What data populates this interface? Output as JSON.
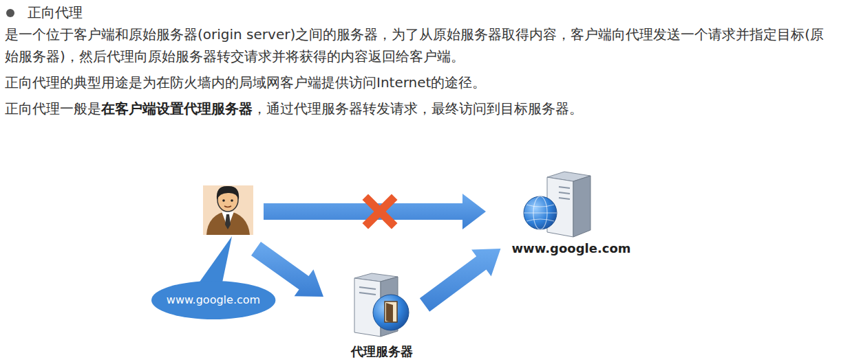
{
  "diagram": {
    "title": "正向代理",
    "nodes": [
      {
        "text": [
          "www.google.com"
        ]
      },
      {
        "text": [
          "www.google.com"
        ]
      },
      {
        "text": [
          "代理服务器"
        ]
      }
    ],
    "edges": [
      {
        "from": 2,
        "to": 0,
        "arrow": "to"
      }
    ],
    "labels": [
      "是一个位于客户端和原始服务器(origin server)之间的服务器，为了从原始服务器取得内容，客户端向代理发送一个请求并指定目标(原始服务器)，然后代理向原始服务器转交请求并将获得的内容返回给客户端。",
      "正向代理的典型用途是为在防火墙内的局域网客户端提供访问Internet的途径。",
      "正向代理一般是",
      "在客户端设置代理服务器",
      "，通过代理服务器转发请求，最终访问到目标服务器。"
    ]
  }
}
